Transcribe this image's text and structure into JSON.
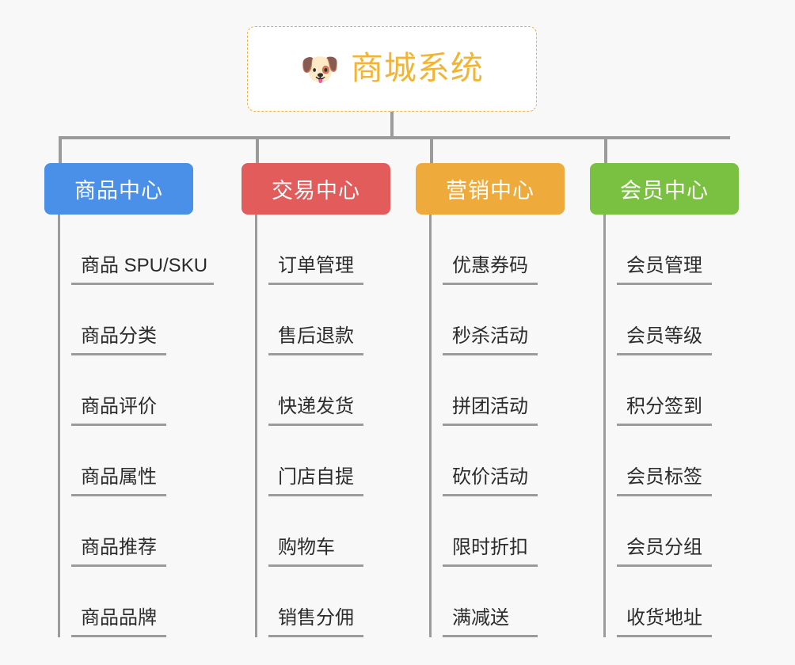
{
  "page": {
    "background_color": "#f8f8f8",
    "line_color": "#9b9b9b"
  },
  "root": {
    "title": "商城系统",
    "emoji": "🐶",
    "emoji_name": "shiba-dog-face-emoji",
    "text_color": "#f1b434",
    "border_color": "#f0b040",
    "background_color": "#ffffff"
  },
  "branches": [
    {
      "label": "商品中心",
      "color": "#4a90e8",
      "children": [
        {
          "label": "商品 SPU/SKU"
        },
        {
          "label": "商品分类"
        },
        {
          "label": "商品评价"
        },
        {
          "label": "商品属性"
        },
        {
          "label": "商品推荐"
        },
        {
          "label": "商品品牌"
        }
      ]
    },
    {
      "label": "交易中心",
      "color": "#e25c5c",
      "children": [
        {
          "label": "订单管理"
        },
        {
          "label": "售后退款"
        },
        {
          "label": "快递发货"
        },
        {
          "label": "门店自提"
        },
        {
          "label": "购物车"
        },
        {
          "label": "销售分佣"
        }
      ]
    },
    {
      "label": "营销中心",
      "color": "#eeab3c",
      "children": [
        {
          "label": "优惠券码"
        },
        {
          "label": "秒杀活动"
        },
        {
          "label": "拼团活动"
        },
        {
          "label": "砍价活动"
        },
        {
          "label": "限时折扣"
        },
        {
          "label": "满减送"
        }
      ]
    },
    {
      "label": "会员中心",
      "color": "#78c council",
      "children": [
        {
          "label": "会员管理"
        },
        {
          "label": "会员等级"
        },
        {
          "label": "积分签到"
        },
        {
          "label": "会员标签"
        },
        {
          "label": "会员分组"
        },
        {
          "label": "收货地址"
        }
      ]
    }
  ]
}
